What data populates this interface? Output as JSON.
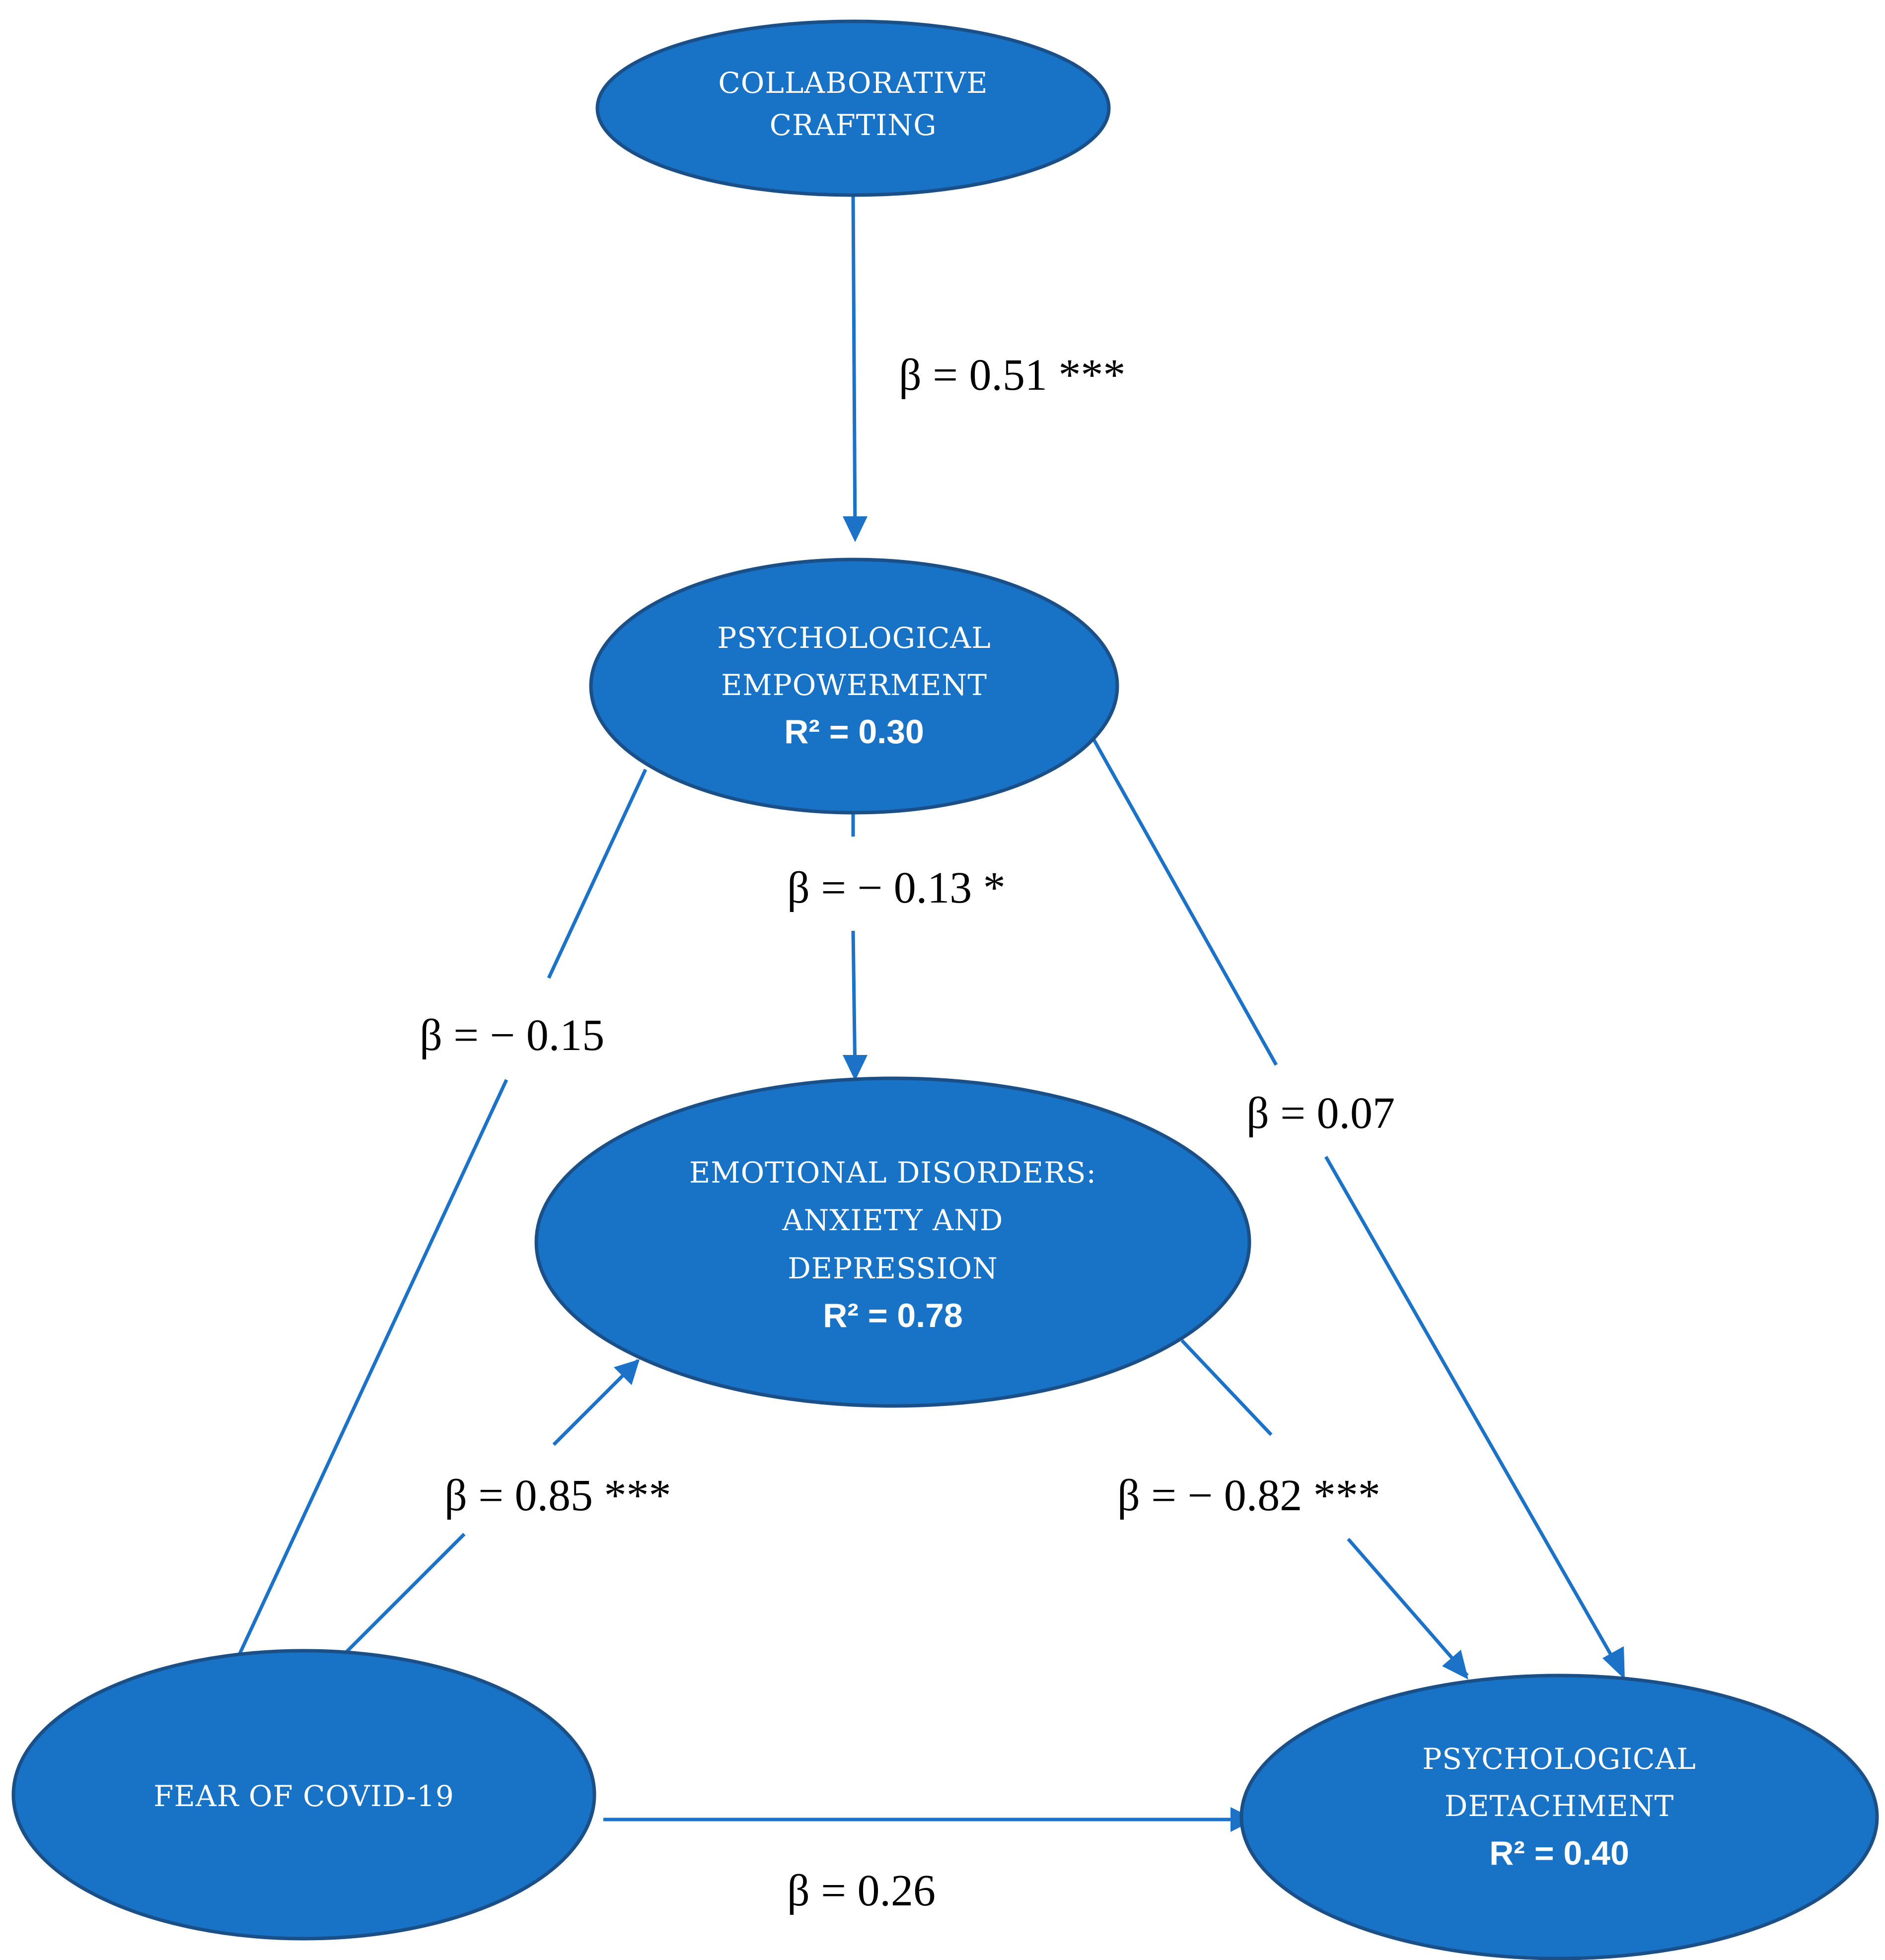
{
  "colors": {
    "node_fill": "#1872c6",
    "node_stroke": "#1b4f88",
    "edge": "#1b72c6",
    "node_text": "#ffffff",
    "edge_label_text": "#000000"
  },
  "nodes": {
    "collaborative_crafting": {
      "lines": [
        "COLLABORATIVE",
        "CRAFTING"
      ],
      "r2": ""
    },
    "psychological_empowerment": {
      "lines": [
        "PSYCHOLOGICAL",
        "EMPOWERMENT"
      ],
      "r2": "R² = 0.30"
    },
    "emotional_disorders": {
      "lines": [
        "EMOTIONAL DISORDERS:",
        "ANXIETY AND",
        "DEPRESSION"
      ],
      "r2": "R² = 0.78"
    },
    "fear_of_covid": {
      "lines": [
        "FEAR OF COVID-19"
      ],
      "r2": ""
    },
    "psychological_detachment": {
      "lines": [
        "PSYCHOLOGICAL",
        "DETACHMENT"
      ],
      "r2": "R² = 0.40"
    }
  },
  "paths": {
    "crafting_to_empowerment": "β = 0.51 ***",
    "empowerment_to_emotional": "β = − 0.13 *",
    "empowerment_fear": "β = − 0.15",
    "empowerment_to_detachment": "β = 0.07",
    "fear_to_emotional": "β = 0.85 ***",
    "emotional_to_detachment": "β = − 0.82 ***",
    "fear_to_detachment": "β = 0.26"
  }
}
